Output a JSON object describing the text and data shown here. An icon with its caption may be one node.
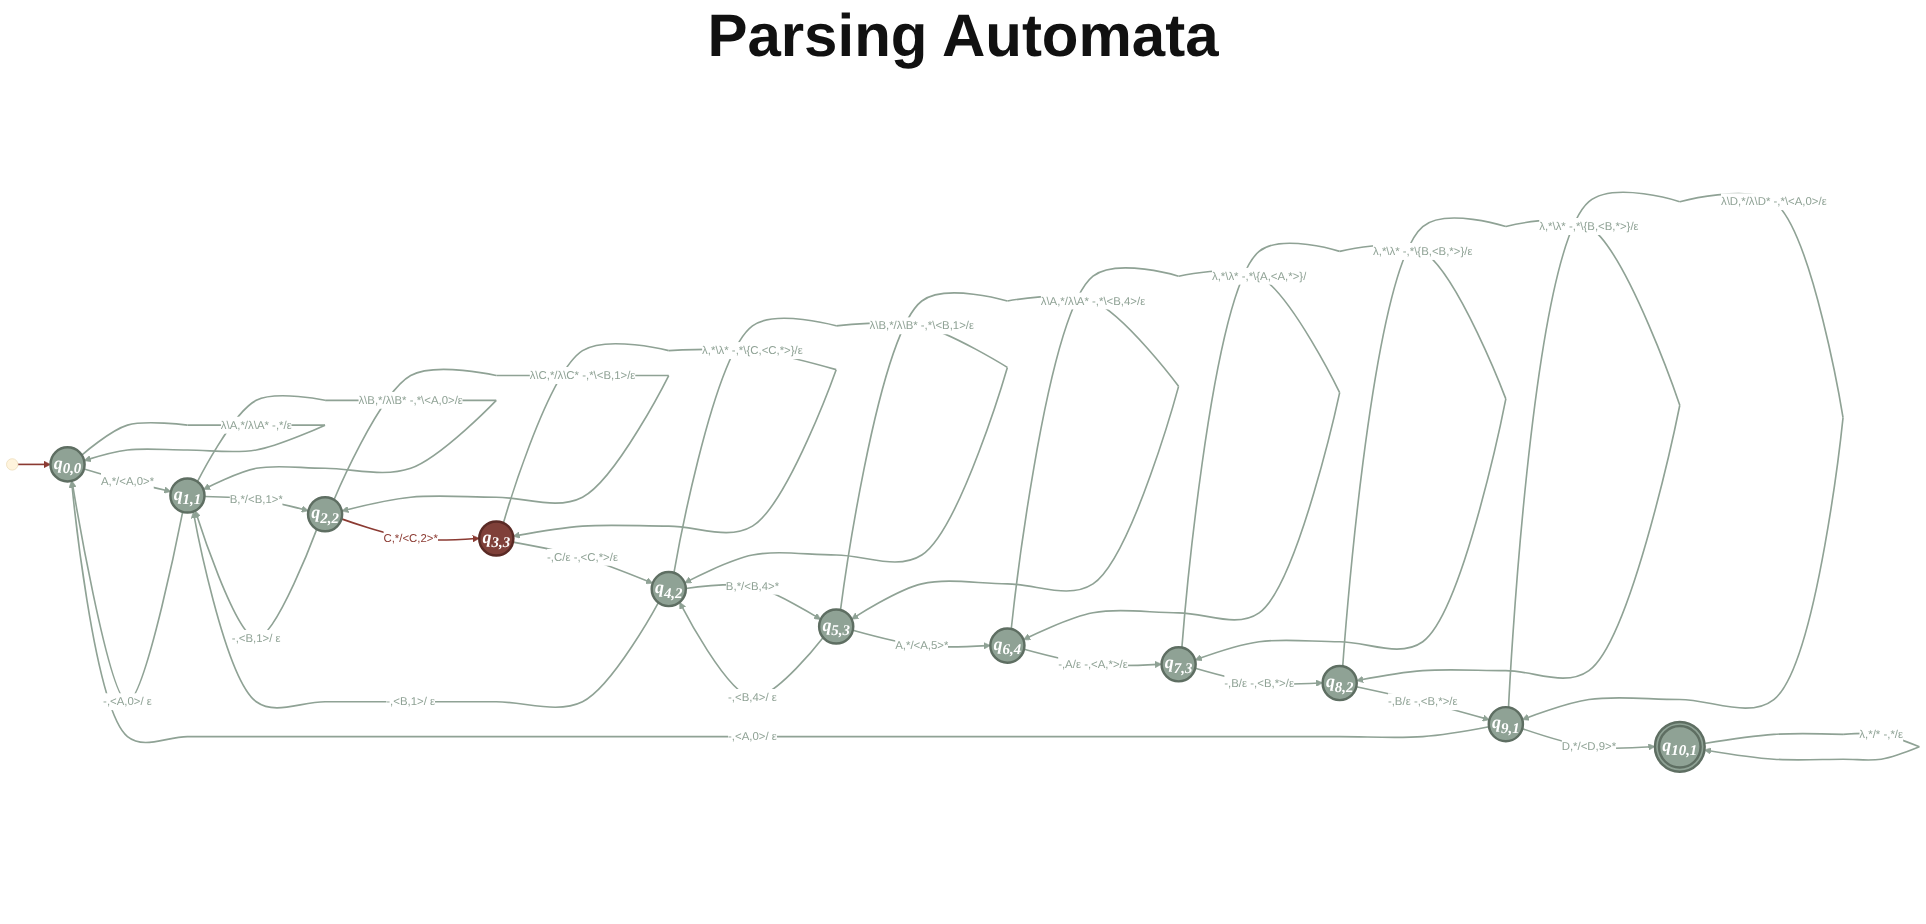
{
  "diagram": {
    "title": "Parsing Automata",
    "nodes": [
      {
        "text": [
          "q$_{0,0}$"
        ]
      },
      {
        "text": [
          "q$_{1,1}$"
        ]
      },
      {
        "text": [
          "q$_{2,2}$"
        ]
      },
      {
        "text": [
          "q$_{3,3}$"
        ]
      },
      {
        "text": [
          "q$_{4,2}$"
        ]
      },
      {
        "text": [
          "q$_{5,3}$"
        ]
      },
      {
        "text": [
          "q$_{6,4}$"
        ]
      },
      {
        "text": [
          "q$_{7,3}$"
        ]
      },
      {
        "text": [
          "q$_{8,2}$"
        ]
      },
      {
        "text": [
          "q$_{9,1}$"
        ]
      },
      {
        "text": [
          "q$_{10,1}$"
        ]
      }
    ],
    "edges": [
      {
        "from": 0,
        "to": 0,
        "arrow": "to",
        "label": "λ\\A,*/λ\\A* -,*/ε"
      },
      {
        "from": null,
        "to": 0,
        "arrow": "to",
        "color": "#8b3a32"
      },
      {
        "from": 0,
        "to": 1,
        "arrow": "to",
        "label": "A,*/<A,0>*"
      },
      {
        "from": 1,
        "to": 0,
        "arrow": "to",
        "label": "-,<A,0>/ ε"
      },
      {
        "from": 1,
        "to": 1,
        "arrow": "to",
        "label": "λ\\B,*/λ\\B* -,*\\<A,0>/ε"
      },
      {
        "from": 1,
        "to": 2,
        "arrow": "to",
        "label": "B,*/<B,1>*"
      },
      {
        "from": 2,
        "to": 1,
        "arrow": "to",
        "label": "-,<B,1>/ ε"
      },
      {
        "from": 2,
        "to": 2,
        "arrow": "to",
        "label": "λ\\C,*/λ\\C* -,*\\<B,1>/ε"
      },
      {
        "from": 2,
        "to": 3,
        "arrow": "to",
        "label": "C,*/<C,2>*",
        "color": "#8b3a32"
      },
      {
        "from": 3,
        "to": 3,
        "arrow": "to",
        "label": "λ,*\\λ* -,*\\{C,<C,*>}/ε"
      },
      {
        "from": 3,
        "to": 4,
        "arrow": "to",
        "label": "-,C/ε -,<C,*>/ε"
      },
      {
        "from": 4,
        "to": 1,
        "arrow": "to",
        "label": "-,<B,1>/ ε"
      },
      {
        "from": 4,
        "to": 4,
        "arrow": "to",
        "label": "λ\\B,*/λ\\B* -,*\\<B,1>/ε"
      },
      {
        "from": 4,
        "to": 5,
        "arrow": "to",
        "label": "B,*/<B,4>*"
      },
      {
        "from": 5,
        "to": 4,
        "arrow": "to",
        "label": "-,<B,4>/ ε"
      },
      {
        "from": 5,
        "to": 5,
        "arrow": "to",
        "label": "λ\\A,*/λ\\A* -,*\\<B,4>/ε"
      },
      {
        "from": 5,
        "to": 6,
        "arrow": "to",
        "label": "A,*/<A,5>*"
      },
      {
        "from": 6,
        "to": 6,
        "arrow": "to",
        "label": "λ,*\\λ* -,*\\{A,<A,*>}/"
      },
      {
        "from": 6,
        "to": 7,
        "arrow": "to",
        "label": "-,A/ε -,<A,*>/ε"
      },
      {
        "from": 7,
        "to": 7,
        "arrow": "to",
        "label": "λ,*\\λ* -,*\\{B,<B,*>}/ε"
      },
      {
        "from": 7,
        "to": 8,
        "arrow": "to",
        "label": "-,B/ε -,<B,*>/ε"
      },
      {
        "from": 8,
        "to": 8,
        "arrow": "to",
        "label": "λ,*\\λ* -,*\\{B,<B,*>}/ε"
      },
      {
        "from": 8,
        "to": 9,
        "arrow": "to",
        "label": "-,B/ε -,<B,*>/ε"
      },
      {
        "from": 9,
        "to": 9,
        "arrow": "to",
        "label": "λ\\D,*/λ\\D* -,*\\<A,0>/ε"
      },
      {
        "from": 9,
        "to": 0,
        "arrow": "to",
        "label": "-,<A,0>/ ε"
      },
      {
        "from": 9,
        "to": 10,
        "arrow": "to",
        "label": "D,*/<D,9>*"
      },
      {
        "from": 10,
        "to": 10,
        "arrow": "to",
        "label": "λ,*/* -,*/ε"
      }
    ]
  }
}
